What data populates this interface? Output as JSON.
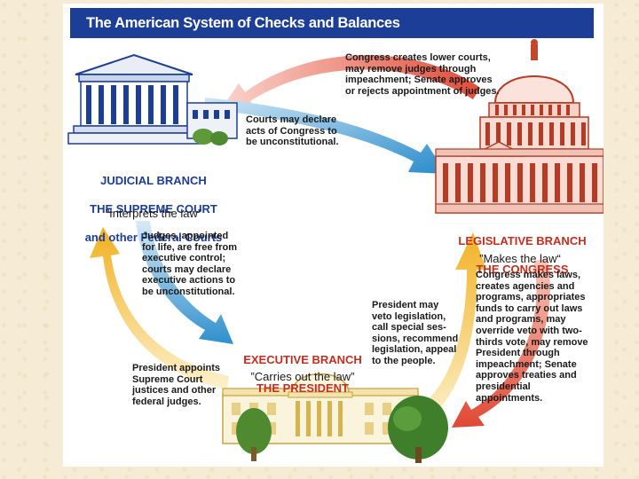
{
  "title": "The American System of Checks and Balances",
  "colors": {
    "title_bar": "#1d3e96",
    "judicial_heading": "#1d3e96",
    "legislative_heading": "#c42e1e",
    "executive_heading": "#c42e1e",
    "arrow_red": "#e8614d",
    "arrow_blue": "#2f8fcc",
    "arrow_yellow": "#f2b730"
  },
  "judicial": {
    "line1": "JUDICIAL BRANCH",
    "line2": "THE SUPREME COURT",
    "line3": "and other Federal Courts",
    "role": "”Interprets the law”"
  },
  "legislative": {
    "line1": "LEGISLATIVE BRANCH",
    "line2": "THE CONGRESS",
    "role": "”Makes the law“"
  },
  "executive": {
    "line1": "EXECUTIVE BRANCH",
    "line2": "THE PRESIDENT",
    "role": "”Carries out the law”"
  },
  "notes": {
    "congress_to_courts": "Congress creates lower courts,\nmay remove judges through\nimpeachment; Senate approves\nor rejects appointment of judges.",
    "courts_to_congress": "Courts may declare\nacts of Congress to\nbe unconstitutional.",
    "courts_to_president": "Judges, appointed\nfor life, are free from\nexecutive control;\ncourts may declare\nexecutive actions to\nbe unconstitutional.",
    "president_to_courts": "President appoints\nSupreme Court\njustices and other\nfederal judges.",
    "president_to_congress": "President may\nveto legislation,\ncall special ses-\nsions, recommend\nlegislation, appeal\nto the people.",
    "congress_to_president": "Congress makes laws,\ncreates agencies and\nprograms, appropriates\nfunds to carry out laws\nand programs, may\noverride veto with two-\nthirds vote, may remove\nPresident through\nimpeachment; Senate\napproves treaties and\npresidential\nappointments."
  },
  "illustrations": [
    "supreme-court-building-icon",
    "capitol-building-icon",
    "white-house-icon",
    "tree-icon"
  ]
}
